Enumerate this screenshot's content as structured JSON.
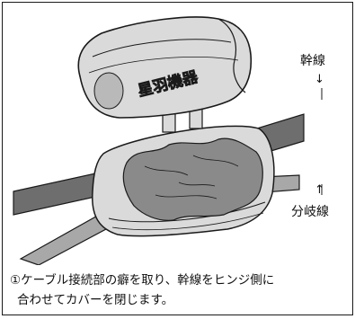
{
  "colors": {
    "cable_dark": "#6e6e6e",
    "cable_light": "#a8a8a8",
    "tape": "#8a8a8a",
    "cover": "#dadada",
    "cover_shadow": "#b9b9b9",
    "outline": "#1a1a1a"
  },
  "labels": {
    "main_line": "幹線",
    "main_arrow": "↓",
    "branch_line": "分岐線",
    "branch_arrow": "↑",
    "cover_text": "星羽機器"
  },
  "caption": {
    "line1": "①ケーブル接続部の癖を取り、幹線をヒンジ側に",
    "line2": "合わせてカバーを閉じます。"
  }
}
